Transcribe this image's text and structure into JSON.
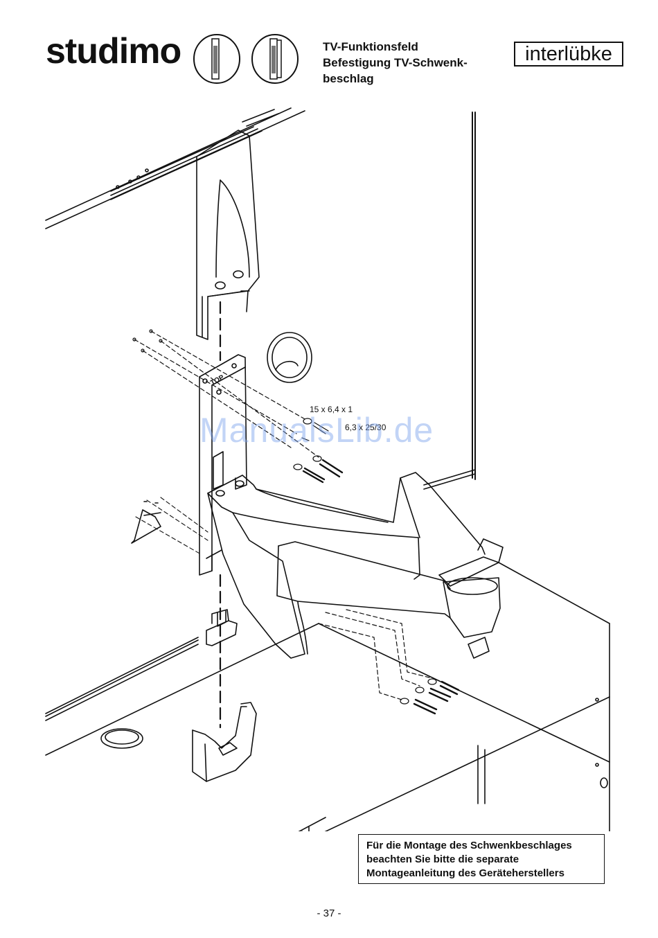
{
  "header": {
    "brand": "studimo",
    "title_lines": [
      "TV-Funktionsfeld",
      "Befestigung TV-Schwenk-",
      "beschlag"
    ],
    "logo": "interlübke"
  },
  "drawing": {
    "labels": {
      "washer_spec": "15 x 6,4 x 1",
      "screw_spec": "6,3 x 25/30"
    }
  },
  "watermark": "ManualsLib.de",
  "note": {
    "lines": [
      "Für die Montage des Schwenkbeschlages",
      "beachten Sie bitte die separate",
      "Montageanleitung des Geräteherstellers"
    ]
  },
  "footer": {
    "page_number": "- 37 -"
  },
  "colors": {
    "line": "#111111",
    "watermark": "#78a0eb"
  }
}
